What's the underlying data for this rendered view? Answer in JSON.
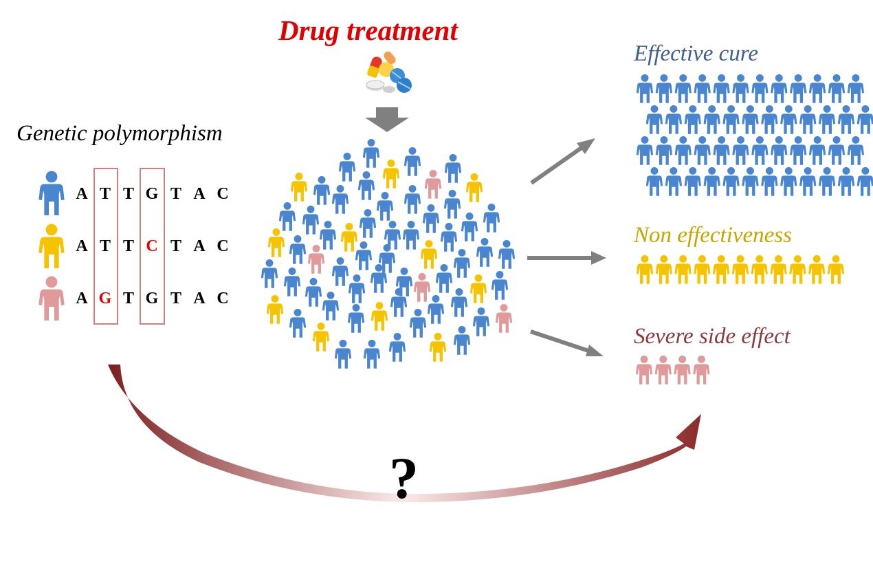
{
  "title": "Drug treatment",
  "genetic": {
    "label": "Genetic polymorphism",
    "sequences": [
      {
        "bases": [
          "A",
          "T",
          "T",
          "G",
          "T",
          "A",
          "C"
        ],
        "variant_index": -1,
        "person_color": "#4a86d0"
      },
      {
        "bases": [
          "A",
          "T",
          "T",
          "C",
          "T",
          "A",
          "C"
        ],
        "variant_index": 3,
        "person_color": "#f5c300"
      },
      {
        "bases": [
          "A",
          "G",
          "T",
          "G",
          "T",
          "A",
          "C"
        ],
        "variant_index": 1,
        "person_color": "#e09a9a"
      }
    ]
  },
  "outcomes": {
    "cure": {
      "label": "Effective cure",
      "count": 48
    },
    "non": {
      "label": "Non effectiveness",
      "count": 11
    },
    "severe": {
      "label": "Severe side effect",
      "count": 4
    }
  },
  "question": "?",
  "colors": {
    "title": "#e00000",
    "blue": "#4a86d0",
    "yellow": "#f5c300",
    "pink": "#e09a9a",
    "cure_text": "#3f5f8f",
    "non_text": "#c9a400",
    "severe_text": "#8b3a3a",
    "arrow_gray": "#808080",
    "curve": "#8b2a2a",
    "box": "#d08080",
    "variant": "#e00000"
  }
}
